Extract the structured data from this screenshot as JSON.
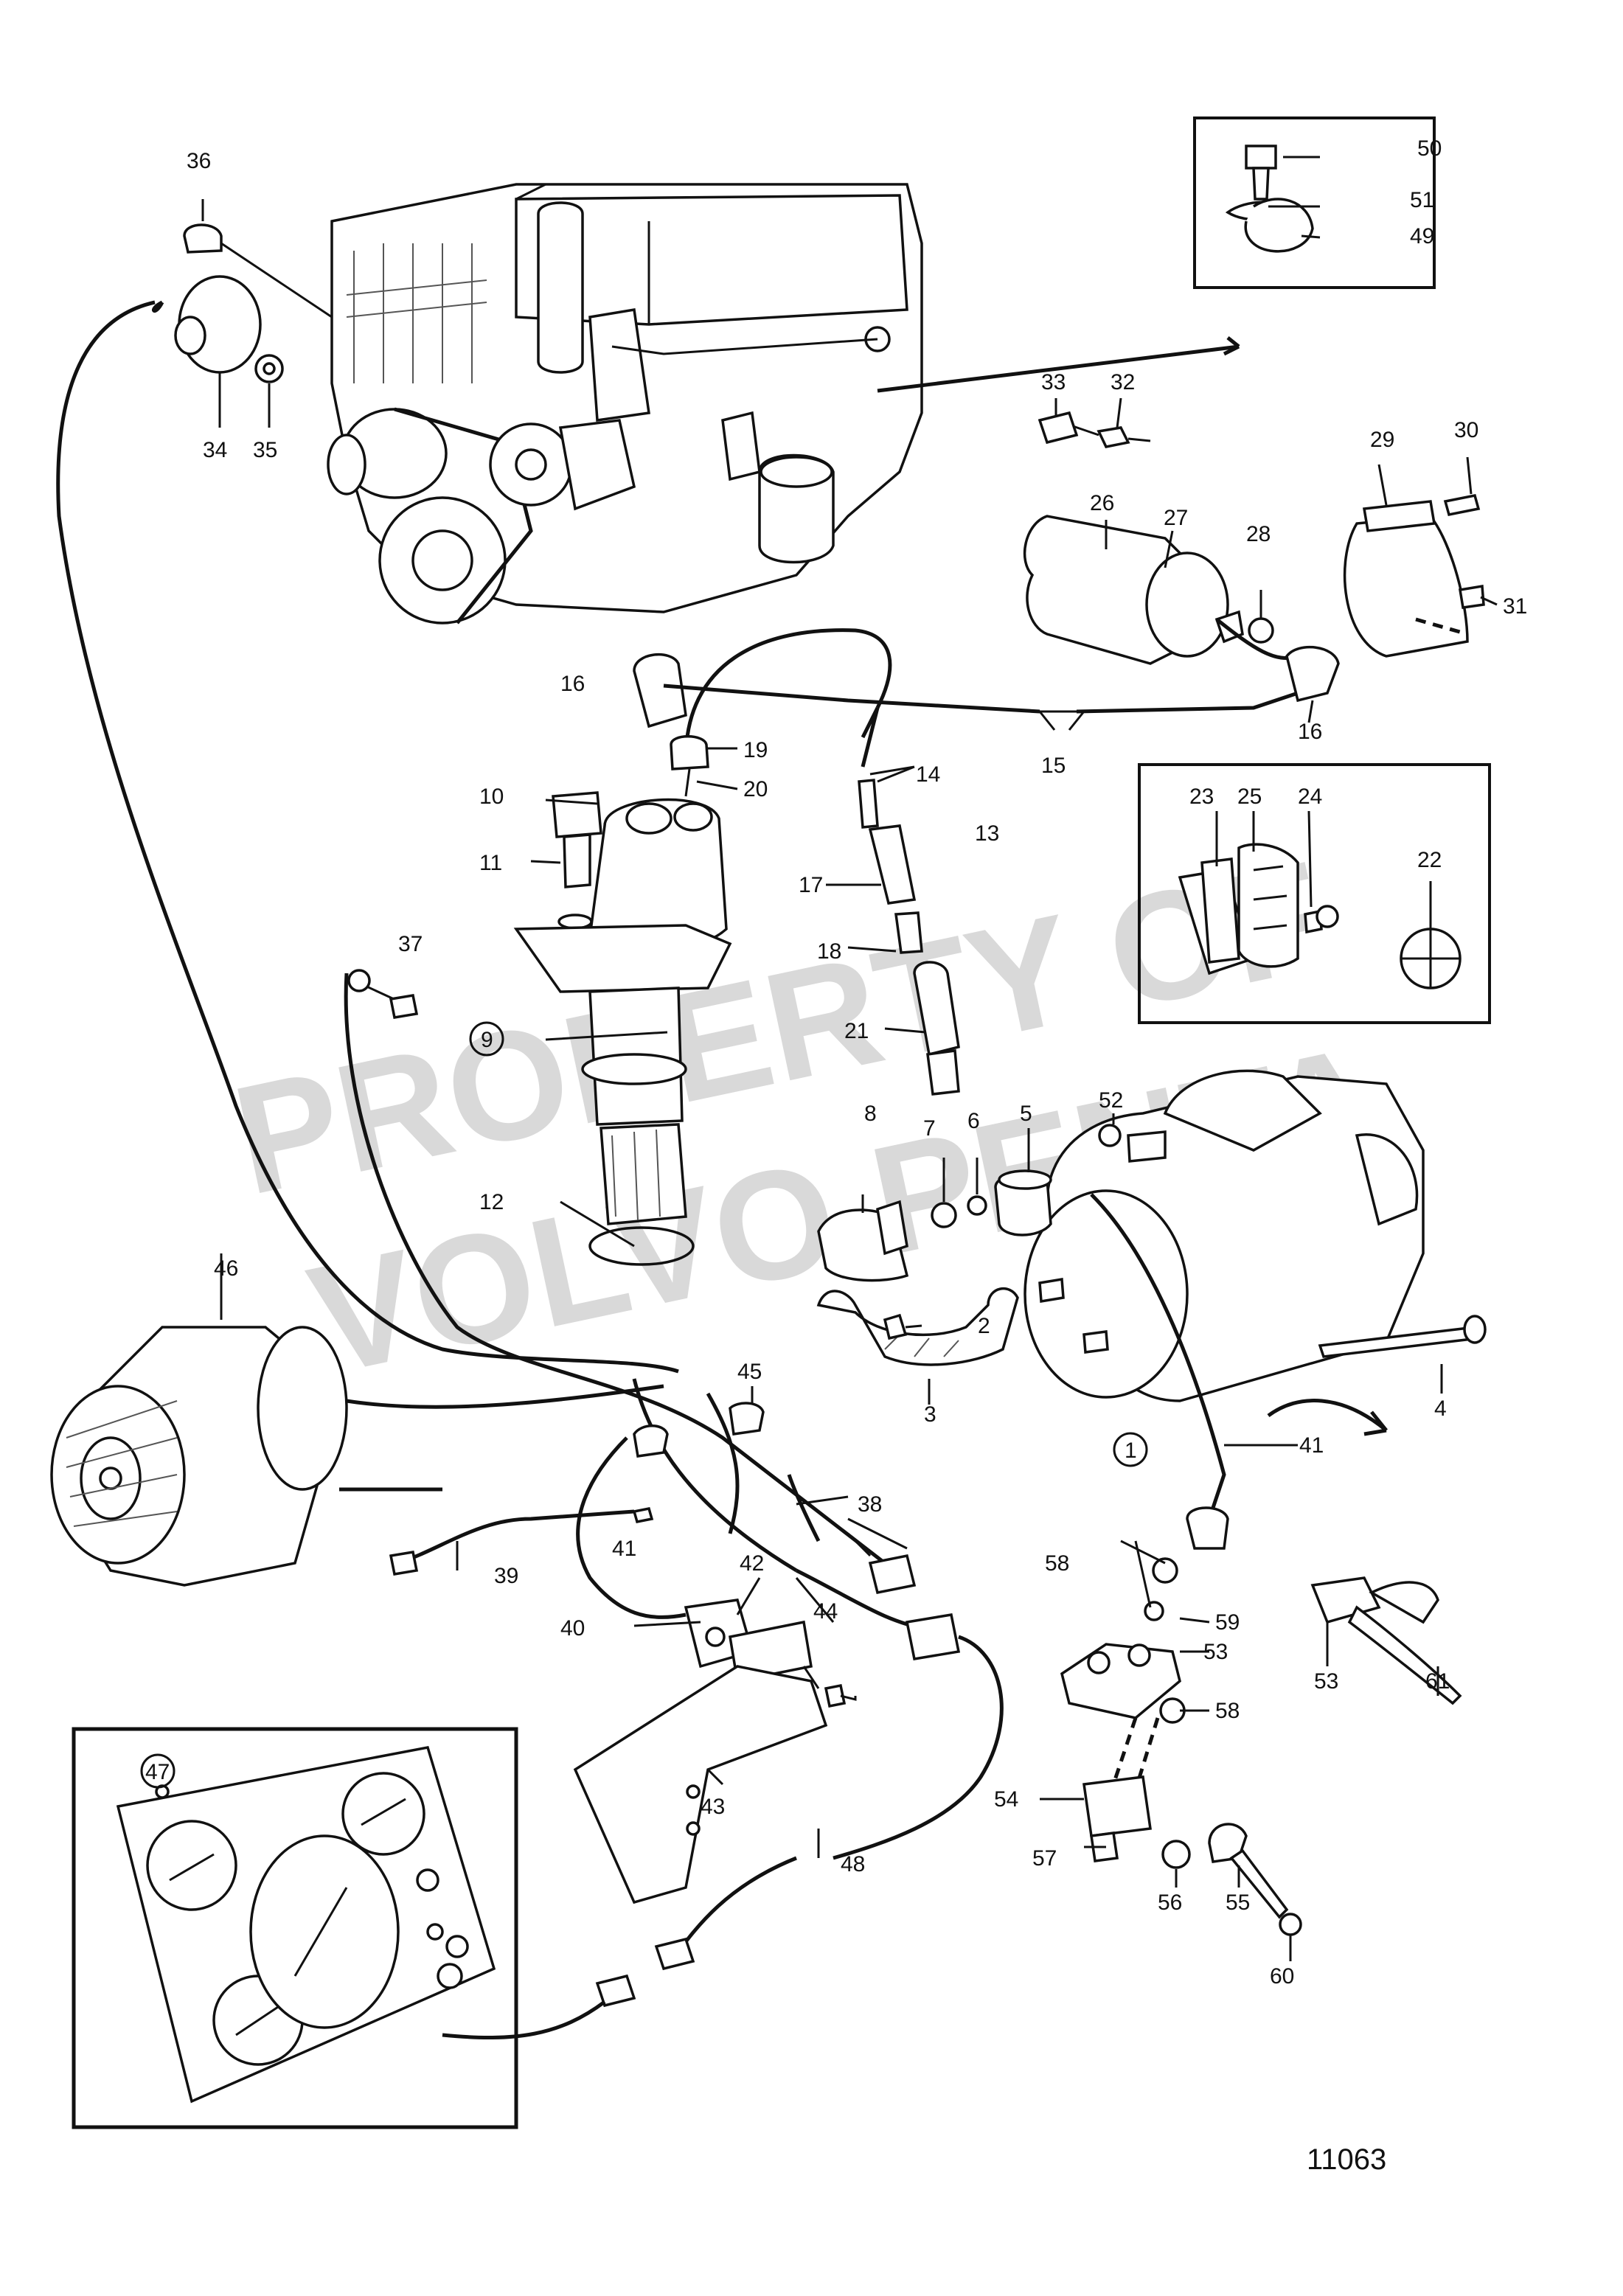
{
  "watermark": {
    "line1": "PROPERTY OF",
    "line2": "VOLVO PENTA"
  },
  "figure_number": "11063",
  "callouts": {
    "c1": "1",
    "c2": "2",
    "c3": "3",
    "c4": "4",
    "c5": "5",
    "c6": "6",
    "c7": "7",
    "c8": "8",
    "c9": "9",
    "c10": "10",
    "c11": "11",
    "c12": "12",
    "c13": "13",
    "c14": "14",
    "c15": "15",
    "c16a": "16",
    "c16b": "16",
    "c17": "17",
    "c18": "18",
    "c19": "19",
    "c20": "20",
    "c21": "21",
    "c22": "22",
    "c23": "23",
    "c24": "24",
    "c25": "25",
    "c26": "26",
    "c27": "27",
    "c28": "28",
    "c29": "29",
    "c30": "30",
    "c31": "31",
    "c32": "32",
    "c33": "33",
    "c34": "34",
    "c35": "35",
    "c36": "36",
    "c37": "37",
    "c38": "38",
    "c39": "39",
    "c40": "40",
    "c41a": "41",
    "c41b": "41",
    "c42": "42",
    "c43": "43",
    "c44": "44",
    "c45": "45",
    "c46": "46",
    "c47": "47",
    "c48": "48",
    "c49": "49",
    "c50": "50",
    "c51": "51",
    "c52": "52",
    "c53a": "53",
    "c53b": "53",
    "c54": "54",
    "c55": "55",
    "c56": "56",
    "c57": "57",
    "c58a": "58",
    "c58b": "58",
    "c59": "59",
    "c60": "60",
    "c61": "61"
  }
}
